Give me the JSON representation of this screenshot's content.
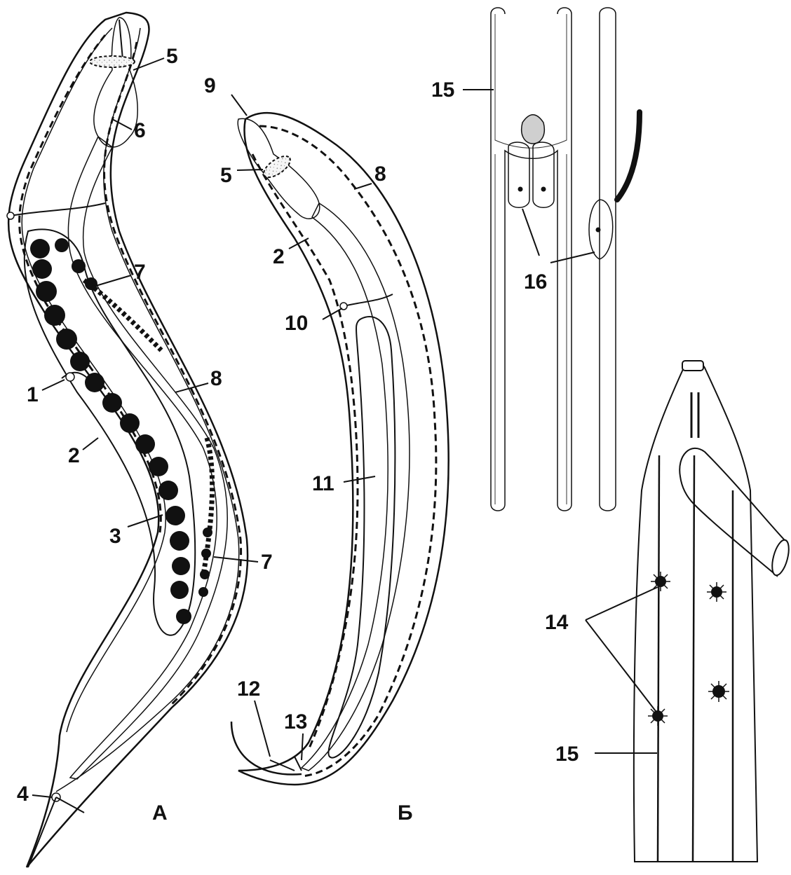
{
  "panels": {
    "a": {
      "letter": "А"
    },
    "b": {
      "letter": "Б"
    }
  },
  "labels": {
    "a": [
      "5",
      "6",
      "7",
      "1",
      "8",
      "2",
      "3",
      "7",
      "4"
    ],
    "b": [
      "9",
      "5",
      "8",
      "2",
      "10",
      "11",
      "12",
      "13"
    ],
    "cells": [
      "15",
      "16"
    ],
    "body": [
      "14",
      "15"
    ]
  }
}
